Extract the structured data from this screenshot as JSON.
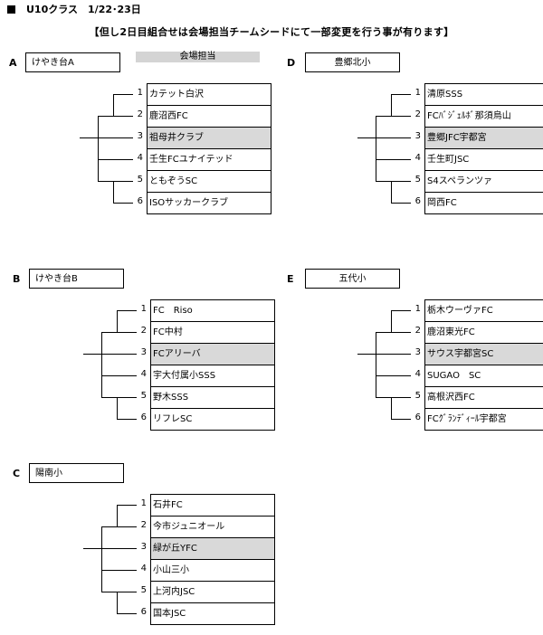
{
  "header": {
    "title": "U10クラス　1/22･23日",
    "notice": "【但し2日目組合せは会場担当チームシードにて一部変更を行う事が有ります】",
    "venue_label": "会場担当"
  },
  "colors": {
    "venue_highlight": "#d9d9d9",
    "line": "#000000"
  },
  "groups": [
    {
      "letter": "A",
      "name": "けやき台A",
      "teams": [
        {
          "no": "1",
          "name": "カテット白沢"
        },
        {
          "no": "2",
          "name": "鹿沼西FC"
        },
        {
          "no": "3",
          "name": "祖母井クラブ",
          "venue": true
        },
        {
          "no": "4",
          "name": "壬生FCユナイテッド"
        },
        {
          "no": "5",
          "name": "ともぞうSC"
        },
        {
          "no": "6",
          "name": "ISOサッカークラブ"
        }
      ]
    },
    {
      "letter": "D",
      "name": "豊郷北小",
      "teams": [
        {
          "no": "1",
          "name": "清原SSS"
        },
        {
          "no": "2",
          "name": "FCﾊﾞｼﾞｪﾙﾎﾞ那須烏山"
        },
        {
          "no": "3",
          "name": "豊郷JFC宇都宮",
          "venue": true
        },
        {
          "no": "4",
          "name": "壬生町JSC"
        },
        {
          "no": "5",
          "name": "S4スペランツァ"
        },
        {
          "no": "6",
          "name": "岡西FC"
        }
      ]
    },
    {
      "letter": "B",
      "name": "けやき台B",
      "teams": [
        {
          "no": "1",
          "name": "FC　Riso"
        },
        {
          "no": "2",
          "name": "FC中村"
        },
        {
          "no": "3",
          "name": "FCアリーバ",
          "venue": true
        },
        {
          "no": "4",
          "name": "宇大付属小SSS"
        },
        {
          "no": "5",
          "name": "野木SSS"
        },
        {
          "no": "6",
          "name": "リフレSC"
        }
      ]
    },
    {
      "letter": "E",
      "name": "五代小",
      "teams": [
        {
          "no": "1",
          "name": "栃木ウーヴァFC"
        },
        {
          "no": "2",
          "name": "鹿沼東光FC"
        },
        {
          "no": "3",
          "name": "サウス宇都宮SC",
          "venue": true
        },
        {
          "no": "4",
          "name": "SUGAO　SC"
        },
        {
          "no": "5",
          "name": "高根沢西FC"
        },
        {
          "no": "6",
          "name": "FCｸﾞﾗﾝﾃﾞｨｰﾙ宇都宮"
        }
      ]
    },
    {
      "letter": "C",
      "name": "陽南小",
      "teams": [
        {
          "no": "1",
          "name": "石井FC"
        },
        {
          "no": "2",
          "name": "今市ジュニオール"
        },
        {
          "no": "3",
          "name": "緑が丘YFC",
          "venue": true
        },
        {
          "no": "4",
          "name": "小山三小"
        },
        {
          "no": "5",
          "name": "上河内JSC"
        },
        {
          "no": "6",
          "name": "国本JSC"
        }
      ]
    }
  ]
}
